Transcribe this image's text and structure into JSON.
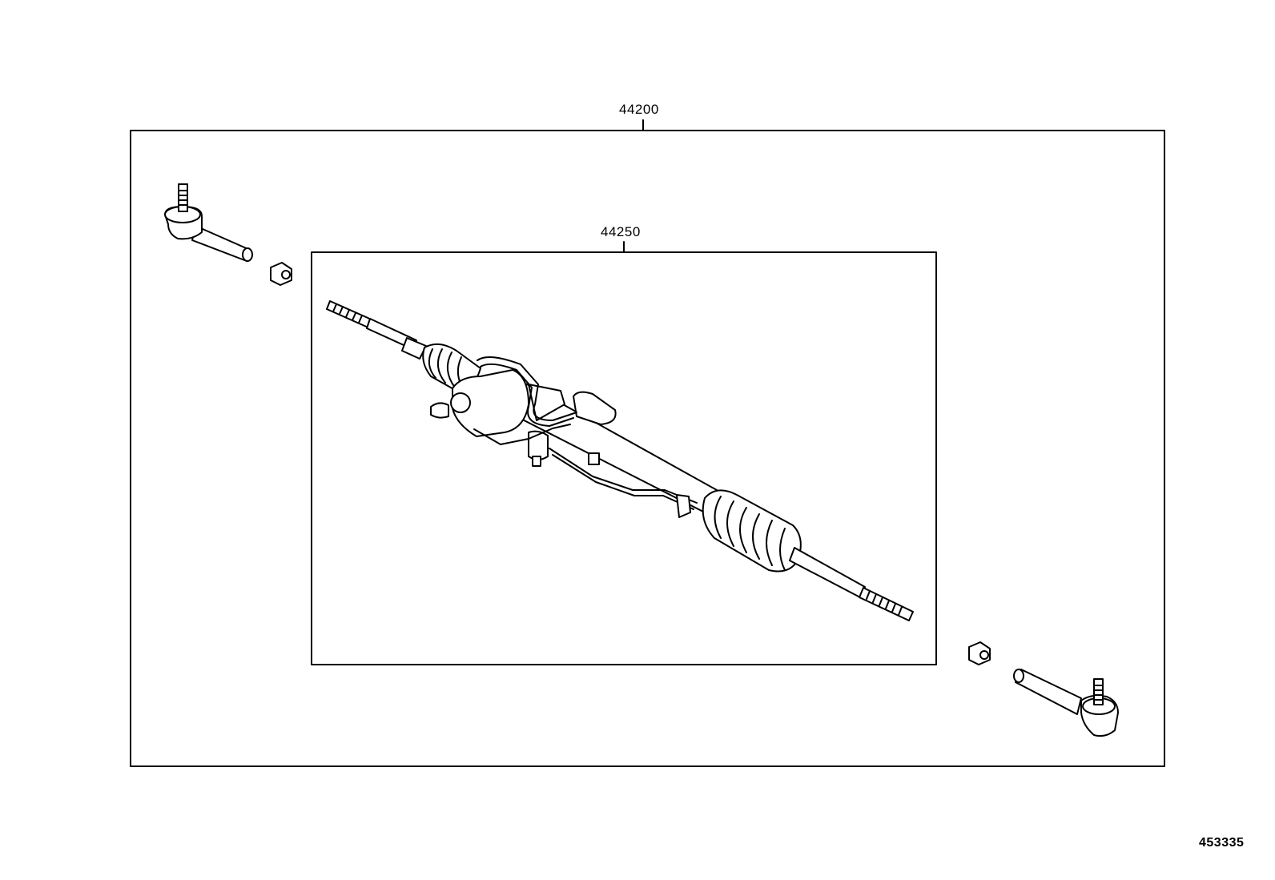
{
  "diagram": {
    "assembly_label": "44200",
    "subassembly_label": "44250",
    "figure_code": "453335"
  }
}
